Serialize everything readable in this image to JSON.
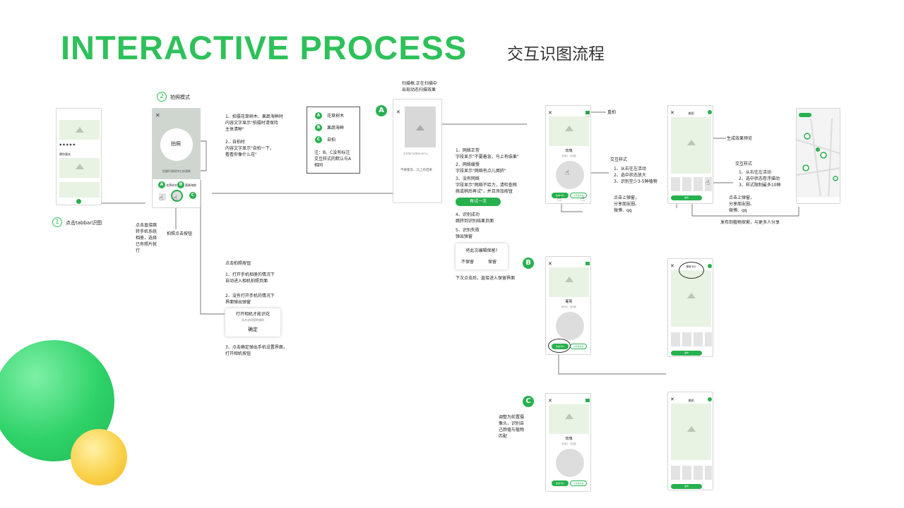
{
  "header": {
    "title": "INTERACTIVE PROCESS",
    "subtitle": "交互识图流程"
  },
  "step1": {
    "num": "1",
    "label": "点击tabbar识图",
    "phone": {
      "card_label": "猜你喜欢"
    }
  },
  "step2": {
    "num": "2",
    "label": "拍照模式",
    "phone": {
      "shoot": "拍照",
      "hint": "拍摄时请保持主体清晰",
      "opt_a": "花草树木",
      "opt_b": "蔬果海鲜",
      "opt_c": "C"
    },
    "notes": "1、拍摄花草树木、果蔬海鲜时\n内容文字显示\"拍摄时请保持\n主体清晰\"\n\n2、自拍时\n内容文字显示\"自拍一下，\n看看你像什么花\"",
    "gallery_note": "点击直接跳\n转手机系统\n相册，选择\n已有照片就\n行",
    "shoot_note": "拍照点击按钮"
  },
  "legend": {
    "items": [
      {
        "k": "A",
        "v": "花草树木"
      },
      {
        "k": "B",
        "v": "果蔬海鲜"
      },
      {
        "k": "C",
        "v": "自拍"
      }
    ],
    "note": "注：B、C没有标注\n交互样式的默认与A\n相同"
  },
  "camera": {
    "title": "点击拍照按钮",
    "n1": "1、打开手机相册的情况下\n自动进入相机拍照页面",
    "n2": "2、没有打开手机的情况下\n界面弹出弹窗",
    "dialog_title": "打开相机才能识花",
    "dialog_sub": "允许访问您的相机",
    "dialog_btn": "确定",
    "n3": "3、点击确定弹出手机设置界面，\n打开相机按钮"
  },
  "flowA": {
    "badge": "A",
    "scan_note": "扫描框,正在扫描中\n出现动态扫描效果",
    "phone": {
      "small": "正在努力识别中(60%)",
      "main": "不要着急，马上有结果"
    },
    "n1": "1、网络正常\n字段显示\"不要着急，马上有结果\"",
    "n2": "2、网络缓慢\n字段显示\"网络有点儿拥挤\"",
    "n3": "3、没有网络\n字段显示\"网络不给力，请检查网\n络或稍后再试\"，并且添加按钮",
    "retry": "再试一次",
    "n4": "4、识别成功\n跳转到识别结果页面",
    "n5": "5、识别失败\n弹出弹窗",
    "dialog_q": "将此次编辑保留?",
    "dialog_no": "不保留",
    "dialog_yes": "保留",
    "tail": "下次点击后，直接进入保留界面"
  },
  "result": {
    "retake": "重拍",
    "name": "玫瑰",
    "sub": "蔷薇科 · 蔷薇属",
    "btn_save": "生成卡片",
    "btn_share": "分享给好友",
    "inter_title": "交互样式",
    "inter_list": "1、从右往左活动\n2、选中状态放大\n3、识别至少3-5种植物",
    "popup": "点击上弹窗，\n分享朋友圈、\n微博、qq",
    "preview": "生成效果预览",
    "inter2_title": "交互样式",
    "inter2_list": "1、从右往左活动\n2、选中状态卷浮描动\n3、样式限制最多10种",
    "popup2": "点击上弹窗，\n分享朋友圈、\n微博、qq",
    "publish": "发布到植物探索，与更多人分享",
    "page_title": "美图",
    "post": "发布"
  },
  "flowB": {
    "badge": "B",
    "name": "葡萄",
    "sub": "葡萄科 · 葡萄属",
    "oval": "葡萄卡片"
  },
  "flowC": {
    "badge": "C",
    "note": "调整为前置摄\n像头，识别自\n己颜值与植物\n匹配",
    "name": "玫瑰",
    "sub": "蔷薇科 · 蔷薇属"
  }
}
